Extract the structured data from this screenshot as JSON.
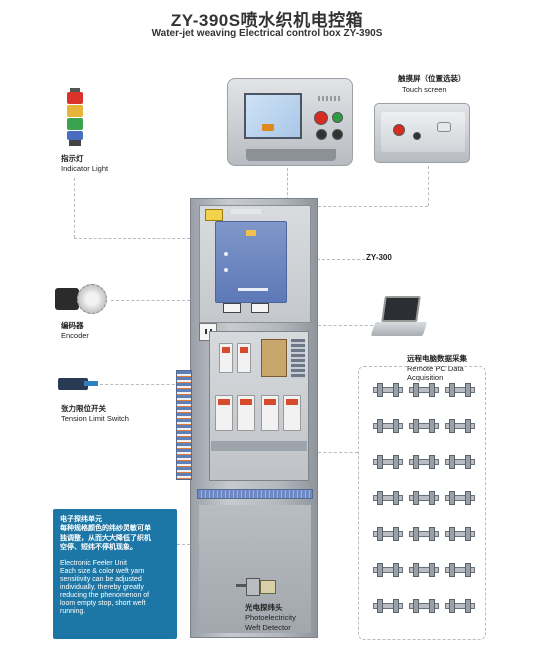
{
  "title": "ZY-390S喷水织机电控箱",
  "subtitle": "Water-jet weaving Electrical control box ZY-390S",
  "labels": {
    "touch_screen": {
      "cn": "触摸屏（位置选装）",
      "en": "Touch screen"
    },
    "indicator_light": {
      "cn": "指示灯",
      "en": "Indicator Light"
    },
    "zy300": "ZY-300",
    "encoder": {
      "cn": "编码器",
      "en": "Encoder"
    },
    "remote_pc": {
      "cn": "远程电脑数据采集",
      "en_line1": "Remote PC Data",
      "en_line2": "Acquisition"
    },
    "tension_switch": {
      "cn": "张力限位开关",
      "en": "Tension Limit Switch"
    },
    "photo_detector": {
      "cn": "光电探纬头",
      "en_line1": "Photoelectricity",
      "en_line2": "Weft Detector"
    }
  },
  "feeler": {
    "cn_line1": "电子探纬单元",
    "cn_line2": "每种规格颜色的纬纱灵敏可单",
    "cn_line3": "独调整，从而大大降低了织机",
    "cn_line4": "空停、短纬不停机现象。",
    "en_line1": "Electronic Feeler Unit",
    "en_line2": "Each size & color weft yarn",
    "en_line3": "sensitivity can be adjusted",
    "en_line4": "individually, thereby greatly",
    "en_line5": "reducing the phenomenon of",
    "en_line6": "loom empty stop, short weft",
    "en_line7": "running."
  },
  "colors": {
    "feeler_box": "#1d77a6",
    "zy300_unit": "#5d79b7",
    "cabinet": "#b3b8bd",
    "dashed_leader": "#b7bcc2"
  },
  "icons": {
    "indicator_light": "stack-light-icon",
    "encoder": "rotary-encoder-icon",
    "laptop": "laptop-icon",
    "tension_switch": "limit-switch-icon",
    "photo_detector": "weft-detector-icon"
  }
}
